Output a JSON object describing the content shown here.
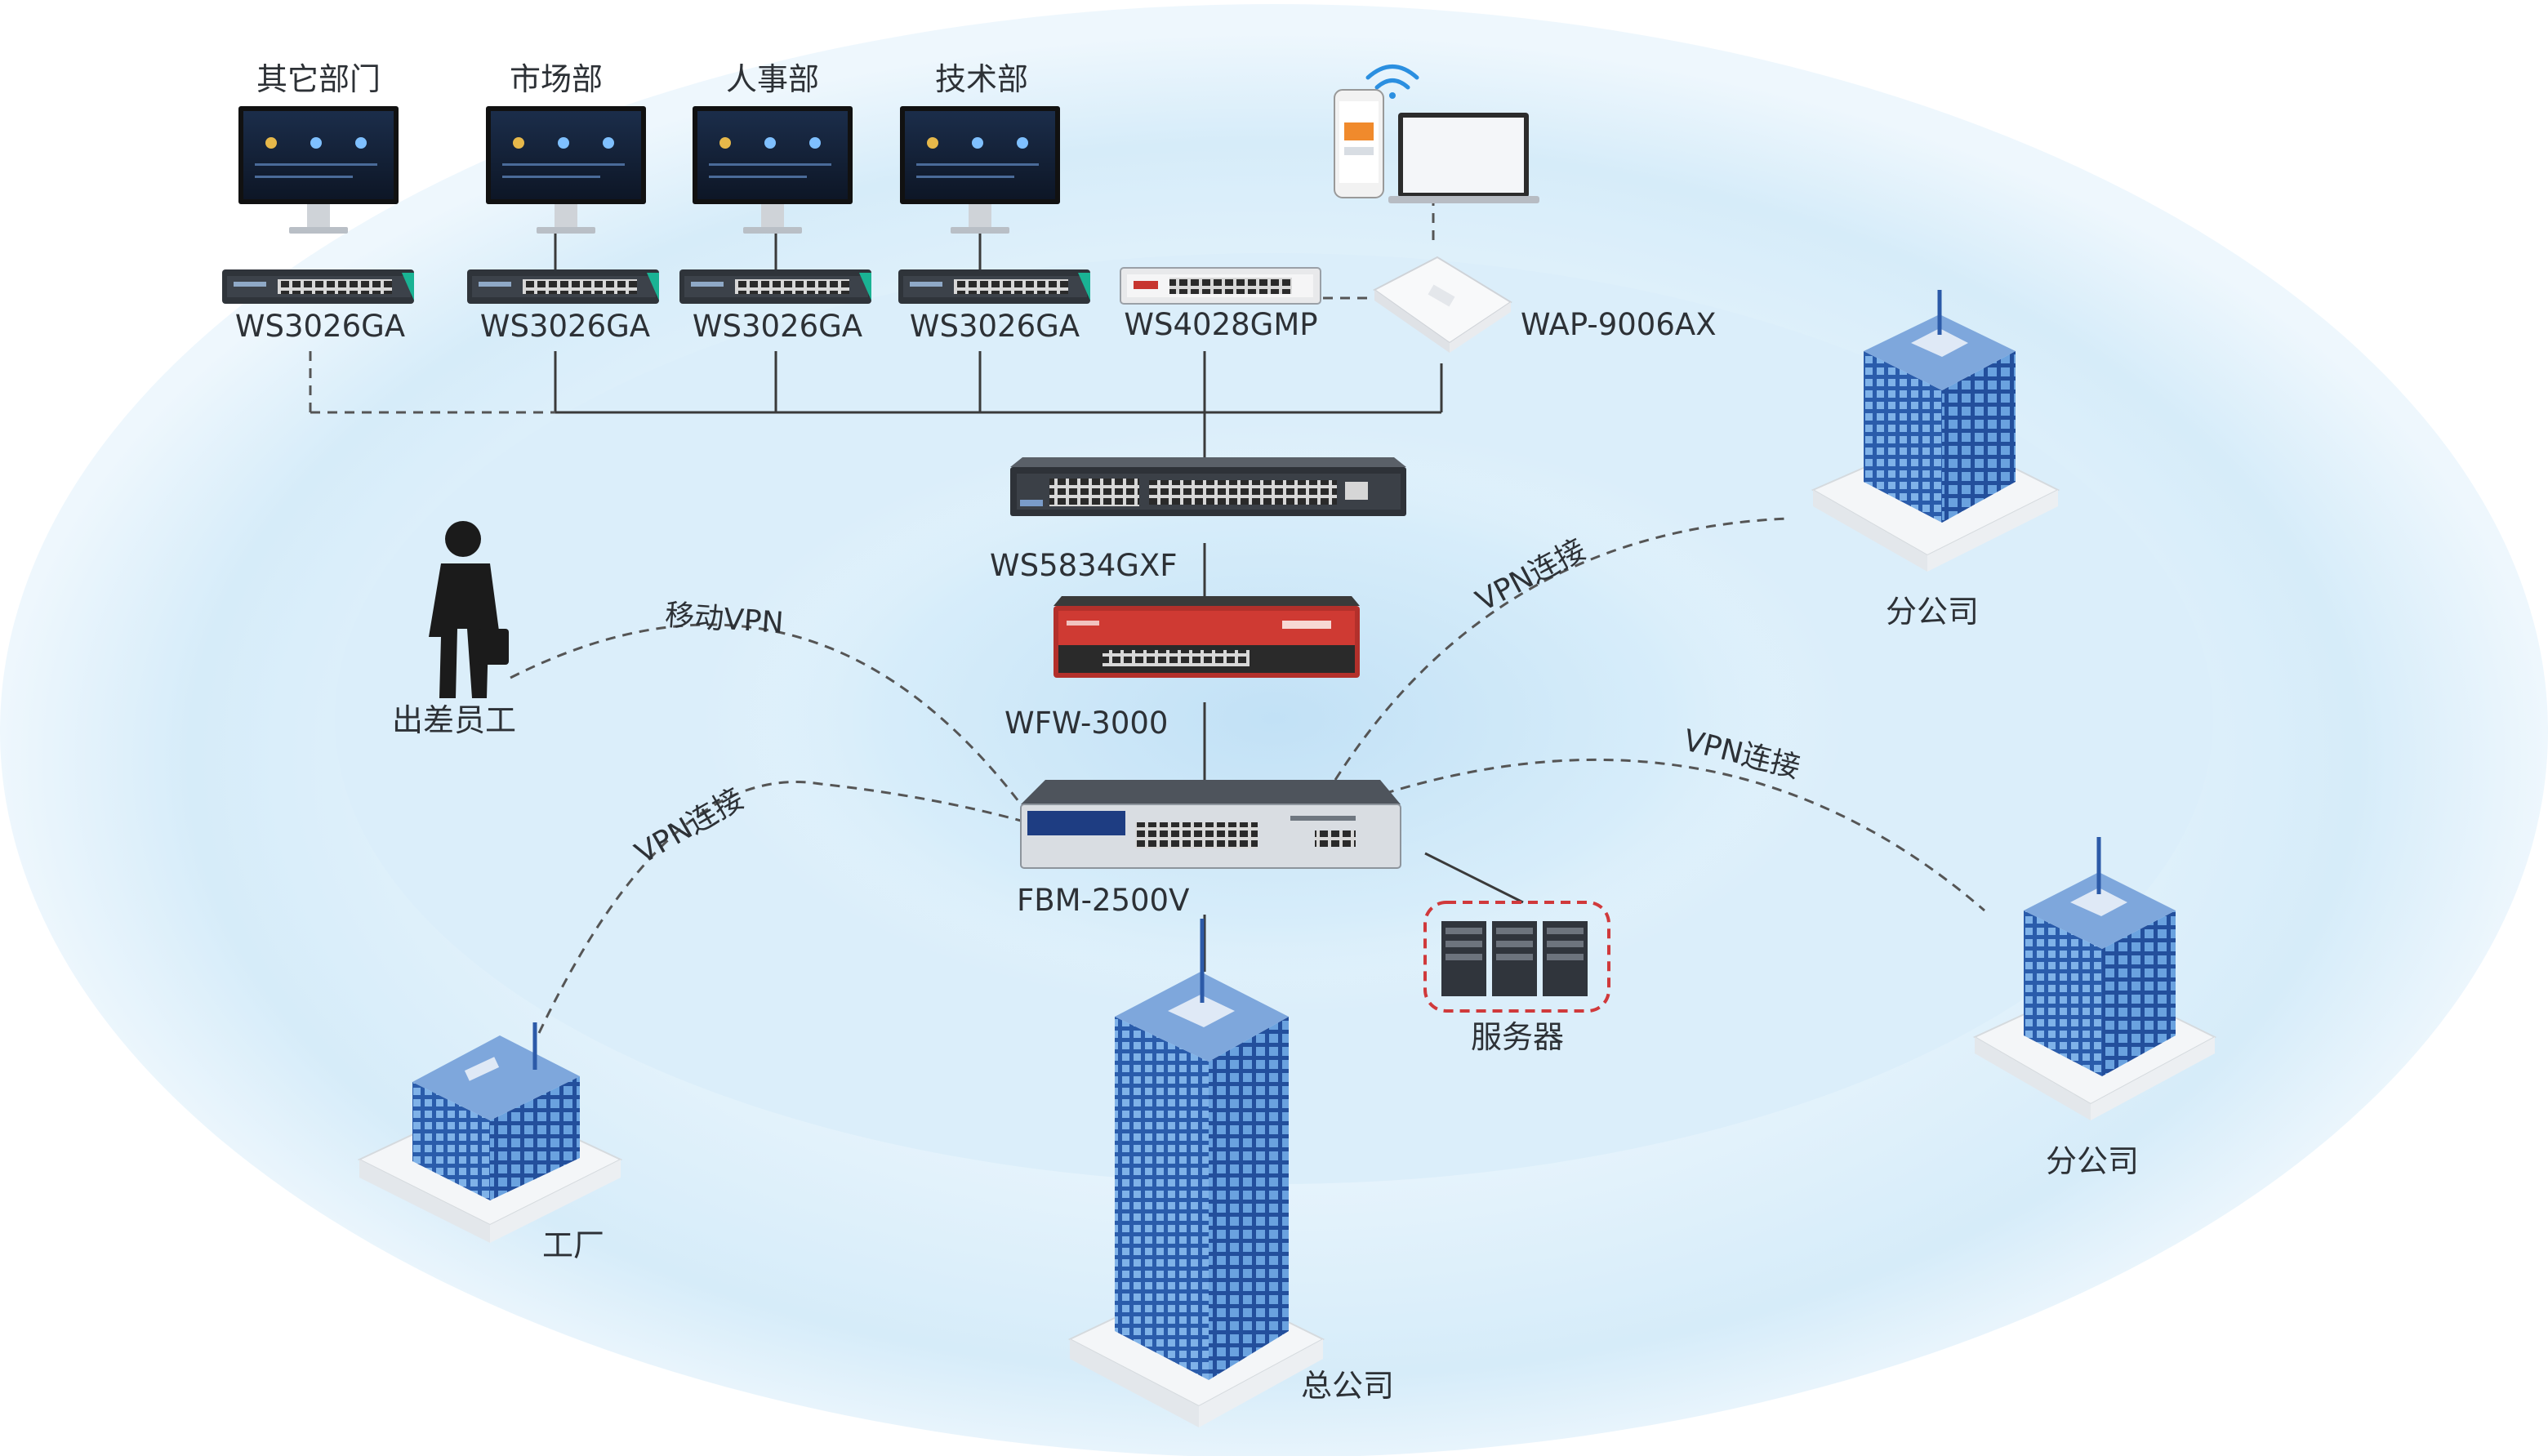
{
  "departments": [
    {
      "name": "其它部门",
      "switch": "WS3026GA"
    },
    {
      "name": "市场部",
      "switch": "WS3026GA"
    },
    {
      "name": "人事部",
      "switch": "WS3026GA"
    },
    {
      "name": "技术部",
      "switch": "WS3026GA"
    }
  ],
  "poe_switch": "WS4028GMP",
  "access_point": "WAP-9006AX",
  "core_switch": "WS5834GXF",
  "firewall": "WFW-3000",
  "gateway": "FBM-2500V",
  "servers": "服务器",
  "headquarters": "总公司",
  "branch_top": "分公司",
  "branch_right": "分公司",
  "factory": "工厂",
  "traveler": "出差员工",
  "links": {
    "mobile_vpn": "移动VPN",
    "vpn_factory": "VPN连接",
    "vpn_branch_top": "VPN连接",
    "vpn_branch_right": "VPN连接"
  },
  "colors": {
    "ellipse_outer": "#e4f2fb",
    "ellipse_inner": "#c9e5f6",
    "building": "#2c5aa8",
    "firewall_red": "#c8312c",
    "server_border": "#d0393b"
  }
}
